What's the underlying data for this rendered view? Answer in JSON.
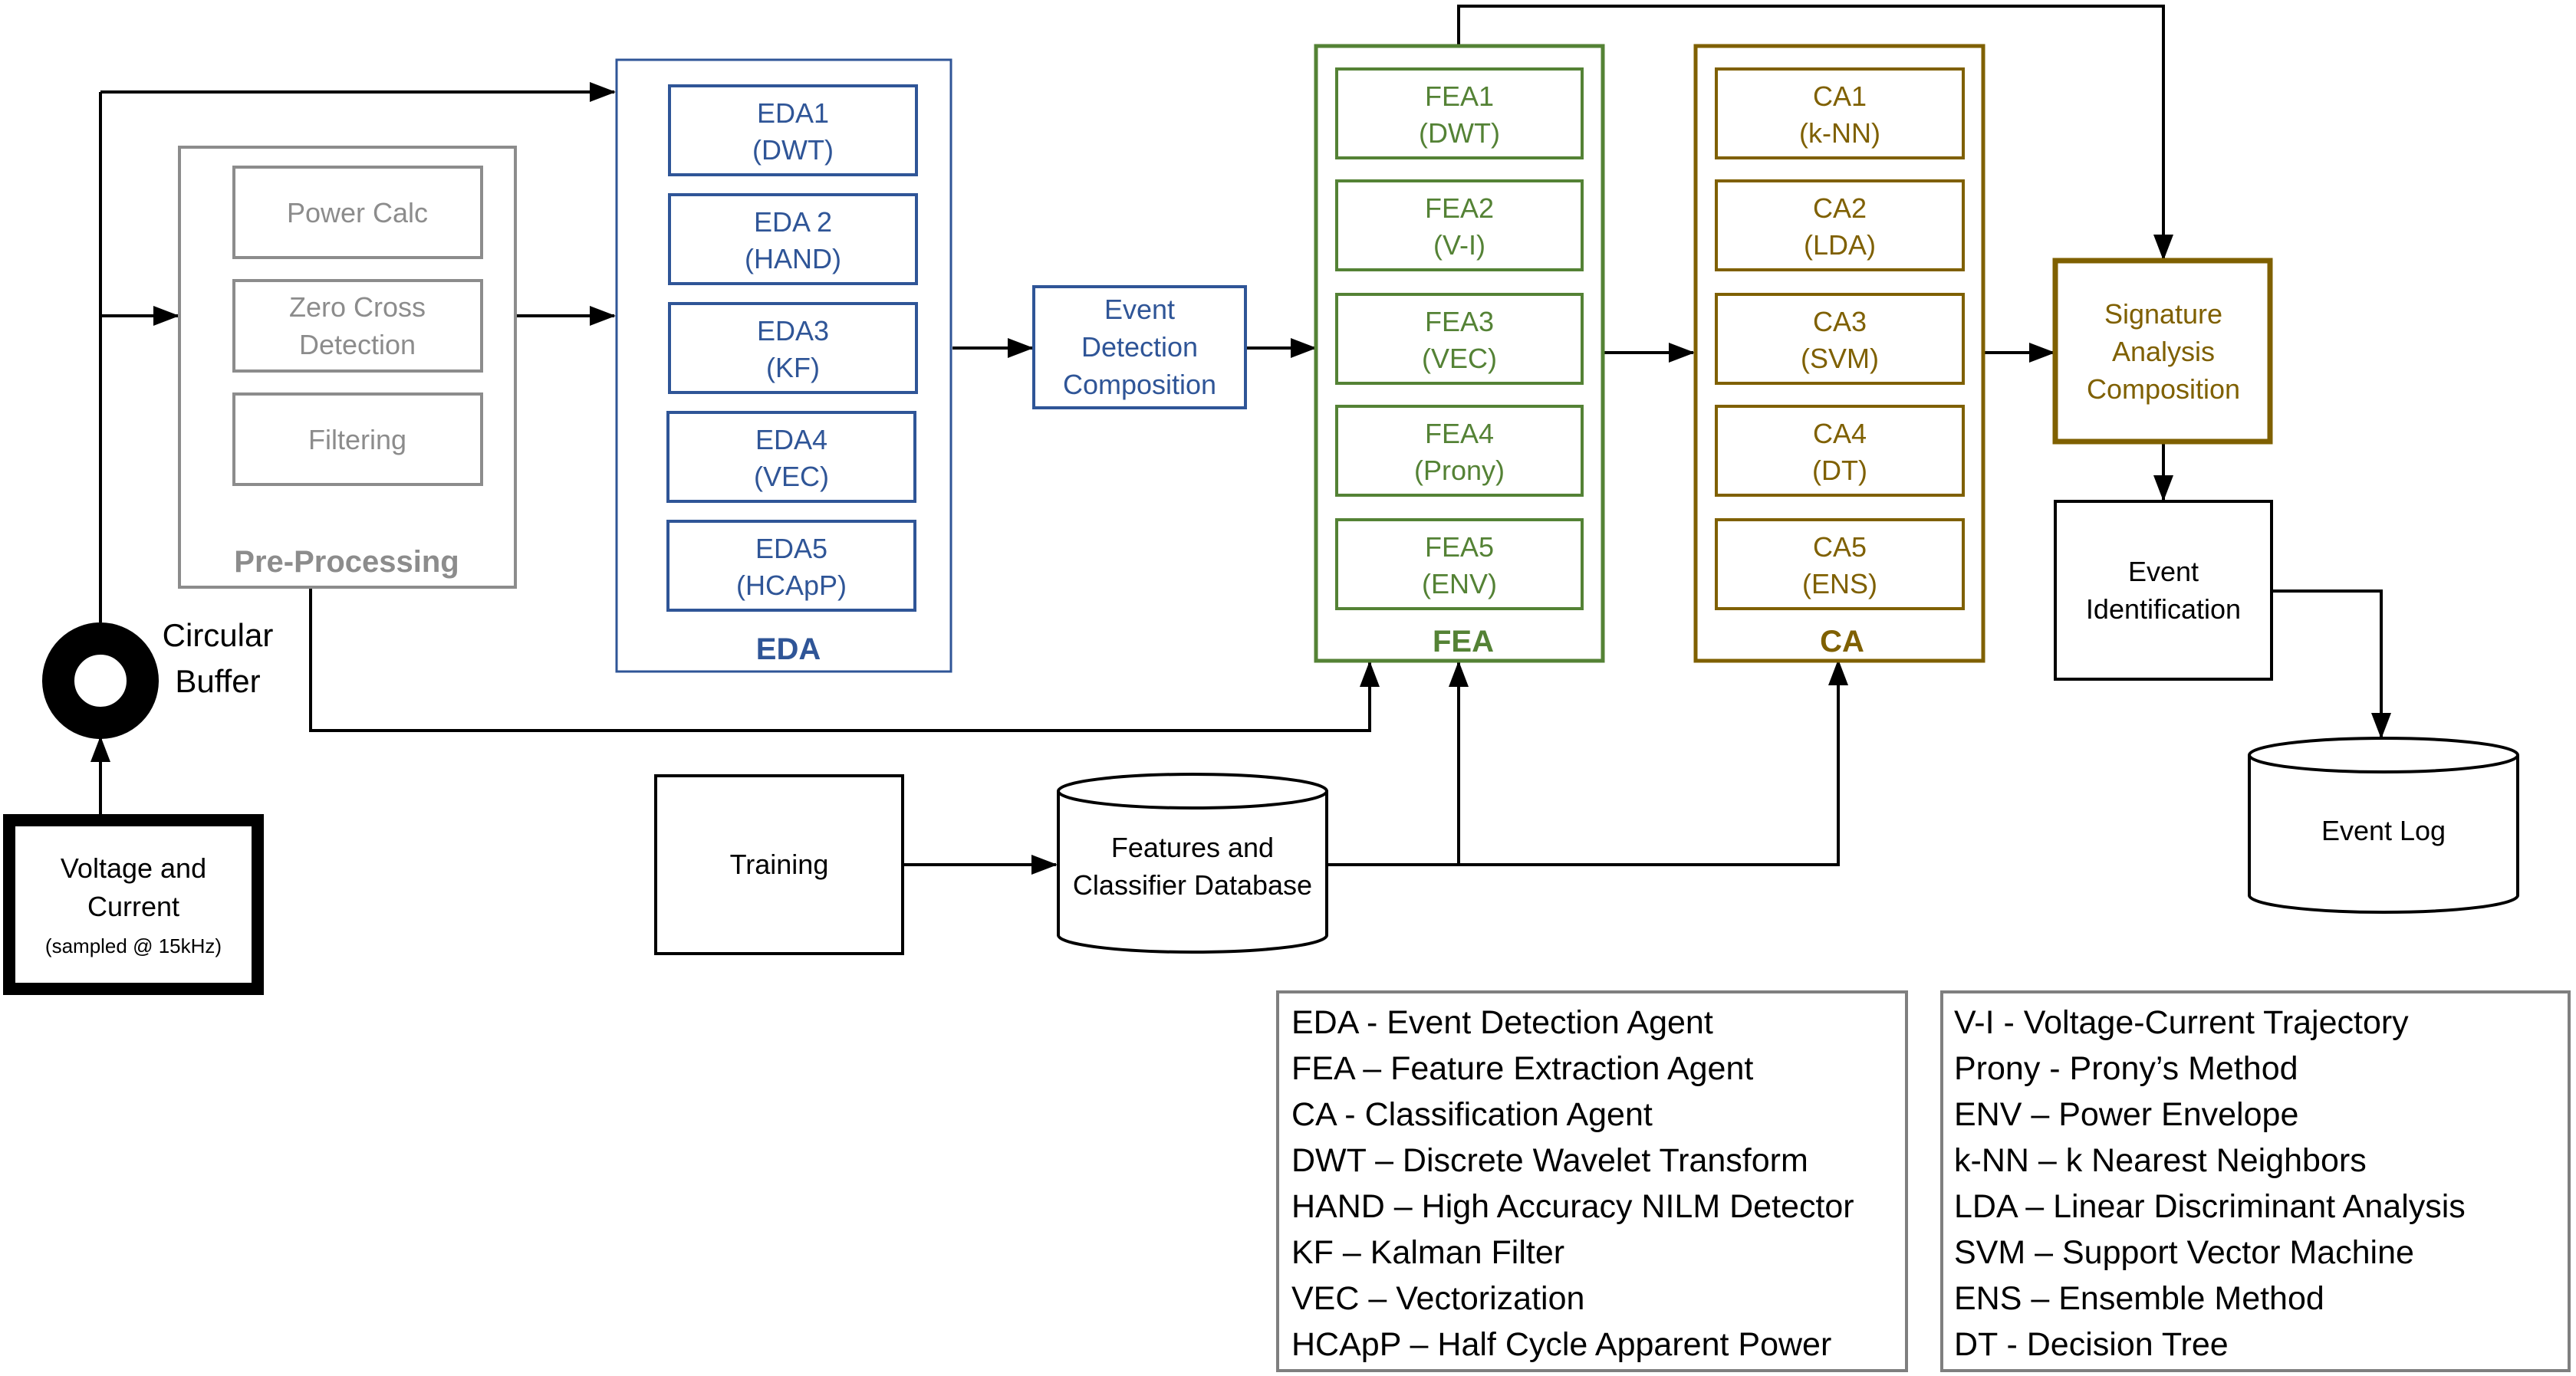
{
  "colors": {
    "preprocessing": "#8c8c8c",
    "eda": "#2f5597",
    "fea": "#548235",
    "ca": "#7f6000",
    "neutral": "#000000"
  },
  "source": {
    "line1": "Voltage and",
    "line2": "Current",
    "line3": "(sampled @ 15kHz)"
  },
  "buffer": {
    "line1": "Circular",
    "line2": "Buffer"
  },
  "preprocessing": {
    "title": "Pre-Processing",
    "items": [
      {
        "lines": [
          "Power Calc"
        ]
      },
      {
        "lines": [
          "Zero Cross",
          "Detection"
        ]
      },
      {
        "lines": [
          "Filtering"
        ]
      }
    ]
  },
  "eda": {
    "title": "EDA",
    "items": [
      {
        "lines": [
          "EDA1",
          "(DWT)"
        ]
      },
      {
        "lines": [
          "EDA 2",
          "(HAND)"
        ]
      },
      {
        "lines": [
          "EDA3",
          "(KF)"
        ]
      },
      {
        "lines": [
          "EDA4",
          "(VEC)"
        ]
      },
      {
        "lines": [
          "EDA5",
          "(HCApP)"
        ]
      }
    ]
  },
  "event_detection": {
    "lines": [
      "Event",
      "Detection",
      "Composition"
    ]
  },
  "fea": {
    "title": "FEA",
    "items": [
      {
        "lines": [
          "FEA1",
          "(DWT)"
        ]
      },
      {
        "lines": [
          "FEA2",
          "(V-I)"
        ]
      },
      {
        "lines": [
          "FEA3",
          "(VEC)"
        ]
      },
      {
        "lines": [
          "FEA4",
          "(Prony)"
        ]
      },
      {
        "lines": [
          "FEA5",
          "(ENV)"
        ]
      }
    ]
  },
  "ca": {
    "title": "CA",
    "items": [
      {
        "lines": [
          "CA1",
          "(k-NN)"
        ]
      },
      {
        "lines": [
          "CA2",
          "(LDA)"
        ]
      },
      {
        "lines": [
          "CA3",
          "(SVM)"
        ]
      },
      {
        "lines": [
          "CA4",
          "(DT)"
        ]
      },
      {
        "lines": [
          "CA5",
          "(ENS)"
        ]
      }
    ]
  },
  "signature": {
    "lines": [
      "Signature",
      "Analysis",
      "Composition"
    ]
  },
  "event_identification": {
    "lines": [
      "Event",
      "Identification"
    ]
  },
  "event_log": {
    "label": "Event Log"
  },
  "training": {
    "label": "Training"
  },
  "database": {
    "lines": [
      "Features and",
      "Classifier Database"
    ]
  },
  "legend_left": [
    "EDA  - Event Detection Agent",
    "FEA – Feature Extraction Agent",
    "CA  - Classification Agent",
    "DWT – Discrete Wavelet Transform",
    "HAND – High Accuracy NILM Detector",
    "KF – Kalman Filter",
    "VEC – Vectorization",
    "HCApP – Half Cycle Apparent Power"
  ],
  "legend_right": [
    "V-I  - Voltage-Current Trajectory",
    "Prony - Prony’s Method",
    "ENV – Power Envelope",
    "k-NN – k Nearest Neighbors",
    "LDA – Linear Discriminant Analysis",
    "SVM – Support Vector Machine",
    "ENS – Ensemble Method",
    "DT  - Decision Tree"
  ]
}
